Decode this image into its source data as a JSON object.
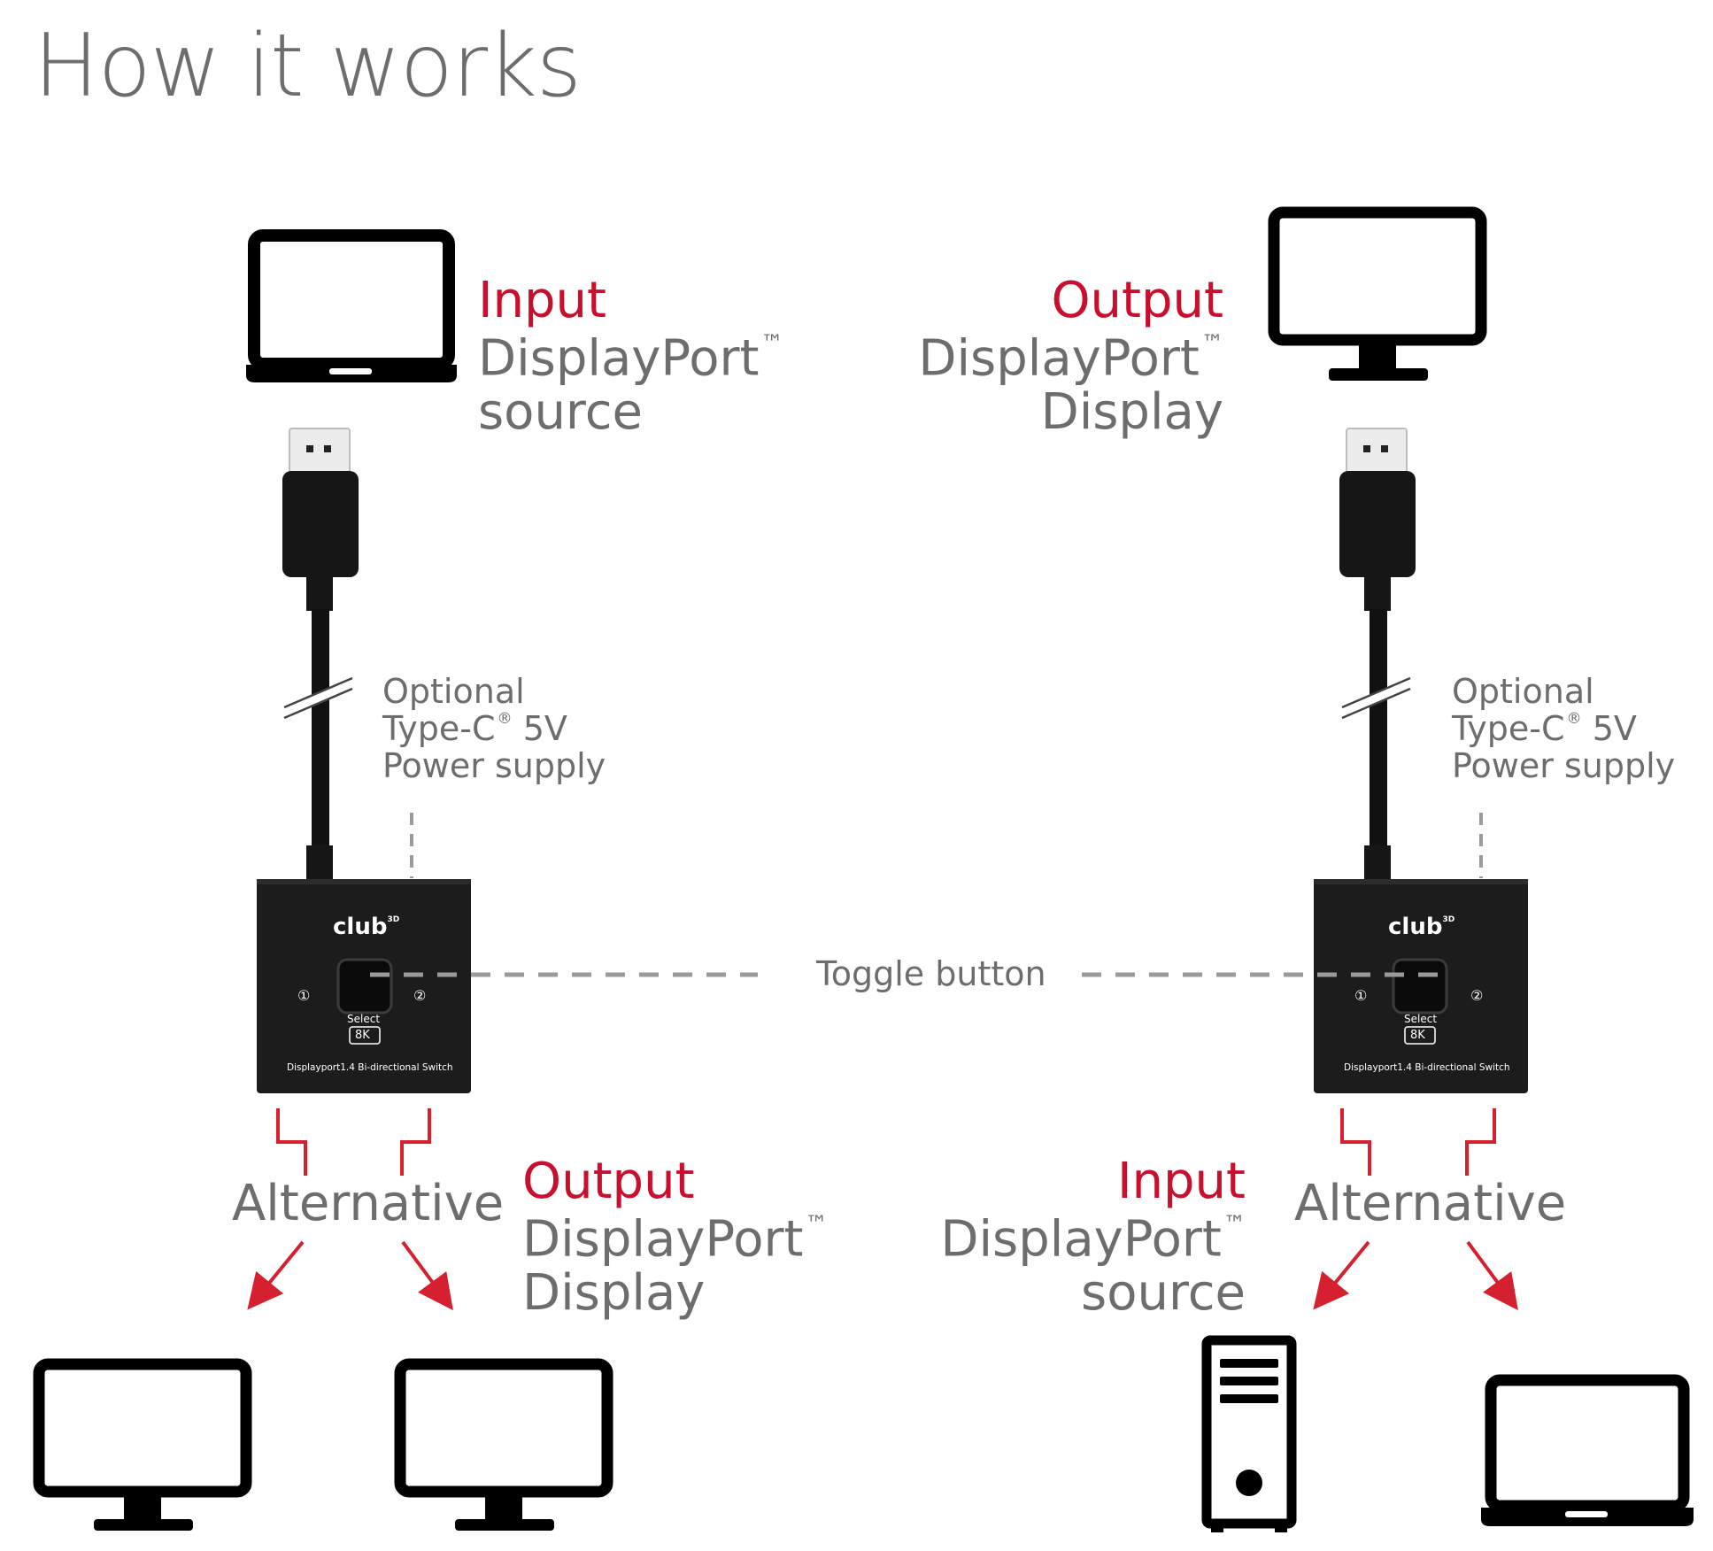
{
  "title": "How it works",
  "left": {
    "top_role": "Input",
    "top_line1": "DisplayPort",
    "top_line2": "source",
    "optional_line1": "Optional",
    "optional_line2": "Type-C",
    "optional_line2b": "5V",
    "optional_line3": "Power supply",
    "alternative": "Alternative",
    "bottom_role": "Output",
    "bottom_line1": "DisplayPort",
    "bottom_line2": "Display"
  },
  "right": {
    "top_role": "Output",
    "top_line1": "DisplayPort",
    "top_line2": "Display",
    "optional_line1": "Optional",
    "optional_line2": "Type-C",
    "optional_line2b": "5V",
    "optional_line3": "Power supply",
    "alternative": "Alternative",
    "bottom_role": "Input",
    "bottom_line1": "DisplayPort",
    "bottom_line2": "source"
  },
  "toggle_label": "Toggle button",
  "switch": {
    "brand": "club",
    "brand_sup": "3D",
    "port1": "①",
    "port2": "②",
    "select_label": "Select",
    "resolution_badge": "8K",
    "model": "Displayport1.4 Bi-directional Switch"
  },
  "trademark": "™",
  "registered": "®",
  "colors": {
    "accent": "#c8102e",
    "text_grey": "#6d6d6d",
    "device": "#111111"
  },
  "icons": [
    "laptop-icon",
    "monitor-icon",
    "desktop-tower-icon",
    "displayport-plug-icon",
    "switch-device-icon",
    "arrow-icon"
  ]
}
